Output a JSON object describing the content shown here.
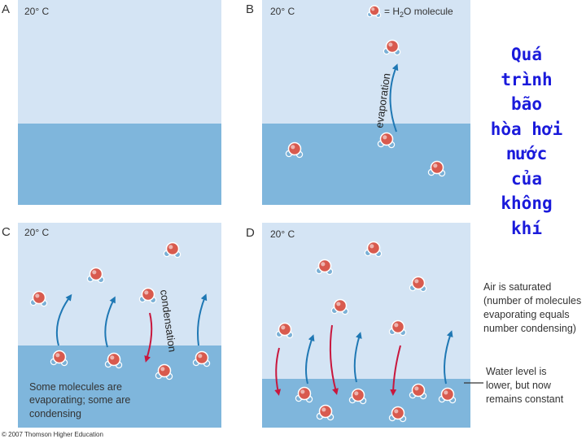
{
  "title_lines": [
    "Quá",
    "trình",
    "bão",
    "hòa hơi",
    "nước",
    "của",
    "không",
    "khí"
  ],
  "panels": [
    {
      "letter": "A",
      "temp": "20° C"
    },
    {
      "letter": "B",
      "temp": "20° C"
    },
    {
      "letter": "C",
      "temp": "20° C"
    },
    {
      "letter": "D",
      "temp": "20° C"
    }
  ],
  "legend": {
    "prefix": "= H",
    "subscript": "2",
    "suffix": "O molecule"
  },
  "labels": {
    "evaporation": "evaporation",
    "condensation": "condensation"
  },
  "panel_c_caption": [
    "Some molecules are",
    "evaporating; some are",
    "condensing"
  ],
  "annotation_saturated": [
    "Air is saturated",
    "(number of molecules",
    "evaporating equals",
    "number condensing)"
  ],
  "annotation_water": [
    "Water level is",
    "lower, but now",
    "remains constant"
  ],
  "copyright": "© 2007 Thomson Higher Education",
  "colors": {
    "air": "#d4e4f4",
    "water": "#7fb6dc",
    "molecule_o": "#d85a4e",
    "molecule_h": "#7ab0d6",
    "arrow_up": "#1f78b4",
    "arrow_down": "#c8173d",
    "title": "#1a1adb"
  }
}
